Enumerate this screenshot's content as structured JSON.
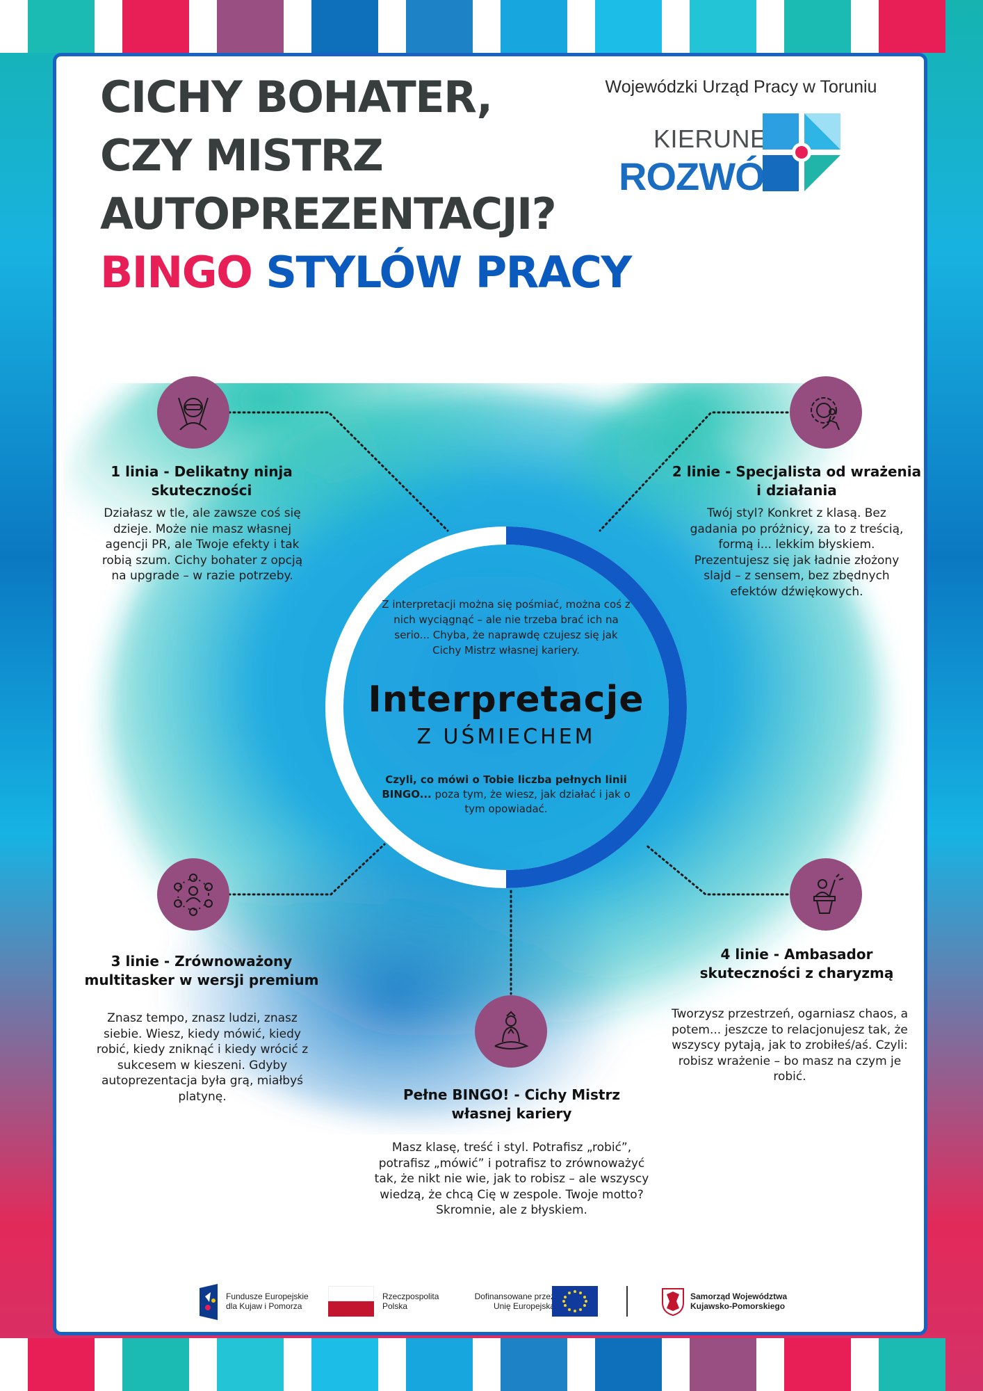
{
  "colors": {
    "title_dark": "#383d3e",
    "bingo_pink": "#e81f57",
    "styles_blue": "#0b5bbf",
    "ring_blue": "#1159c4",
    "icon_purple": "#944d7e",
    "card_border": "#1862c4"
  },
  "stripes": [
    "#1bbab3",
    "#e81f57",
    "#9a4f82",
    "#0e6fbb",
    "#1d82c6",
    "#18a6de",
    "#1cbde7",
    "#22c4d5",
    "#1bbab3",
    "#e81f57"
  ],
  "header": {
    "title_lines": [
      "CICHY BOHATER,",
      "CZY MISTRZ",
      "AUTOPREZENTACJI?"
    ],
    "subtitle_part1": "BINGO",
    "subtitle_part2": "STYLÓW PRACY",
    "organization": "Wojewódzki Urząd Pracy w Toruniu",
    "logo_word1": "KIERUNEK",
    "logo_word2": "ROZWÓJ"
  },
  "center": {
    "intro": "Z interpretacji można się pośmiać, można coś z nich wyciągnąć – ale nie trzeba brać ich na serio... Chyba, że naprawdę czujesz się jak Cichy Mistrz własnej kariery.",
    "title": "Interpretacje",
    "subtitle": "Z UŚMIECHEM",
    "question_bold": "Czyli, co mówi o Tobie liczba pełnych linii BINGO...",
    "question_rest": " poza tym, że wiesz, jak działać i jak o tym opowiadać."
  },
  "results": [
    {
      "icon": "ninja-icon",
      "heading": "1 linia - Delikatny ninja skuteczności",
      "text": "Działasz w tle, ale zawsze coś się dzieje. Może nie masz własnej agencji PR, ale Twoje efekty i tak robią szum. Cichy bohater z opcją na upgrade – w razie potrzeby."
    },
    {
      "icon": "gear-runner-icon",
      "heading": "2 linie -  Specjalista od wrażenia i działania",
      "text": "Twój styl? Konkret z klasą. Bez gadania po próżnicy, za to z treścią, formą i... lekkim błyskiem. Prezentujesz się jak ładnie złożony slajd – z sensem, bez zbędnych efektów dźwiękowych."
    },
    {
      "icon": "network-people-icon",
      "heading": "3 linie - Zrównoważony multitasker w wersji premium",
      "text": "Znasz tempo, znasz ludzi, znasz siebie. Wiesz, kiedy mówić, kiedy robić, kiedy zniknąć i kiedy wrócić z sukcesem w kieszeni. Gdyby autoprezentacja była grą, miałbyś platynę."
    },
    {
      "icon": "speaker-podium-icon",
      "heading": "4 linie - Ambasador skuteczności z charyzmą",
      "text": "Tworzysz przestrzeń, ogarniasz chaos, a potem... jeszcze to relacjonujesz tak, że wszyscy pytają, jak to zrobiłeś/aś. Czyli: robisz wrażenie – bo masz na czym je robić."
    },
    {
      "icon": "meditating-master-icon",
      "heading": "Pełne BINGO! - Cichy Mistrz własnej kariery",
      "text": "Masz klasę, treść i styl. Potrafisz „robić”, potrafisz „mówić” i potrafisz to zrównoważyć tak, że nikt nie wie, jak to robisz – ale wszyscy wiedzą, że chcą Cię w zespole. Twoje motto? Skromnie, ale z błyskiem."
    }
  ],
  "footer": {
    "fe_line1": "Fundusze Europejskie",
    "fe_line2": "dla Kujaw i Pomorza",
    "rp_line1": "Rzeczpospolita",
    "rp_line2": "Polska",
    "eu_line1": "Dofinansowane przez",
    "eu_line2": "Unię Europejską",
    "sw_line1": "Samorząd Województwa",
    "sw_line2": "Kujawsko-Pomorskiego"
  }
}
